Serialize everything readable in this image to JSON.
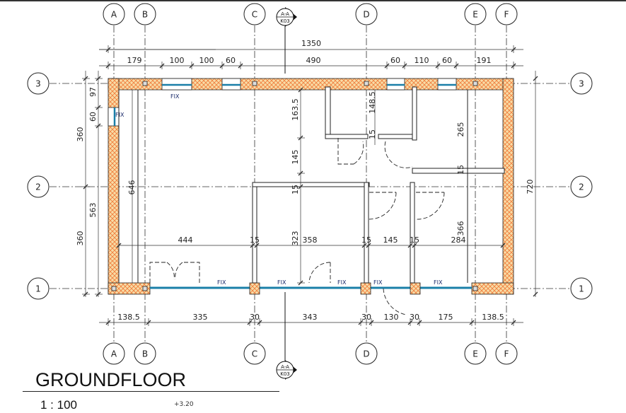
{
  "drawing": {
    "title": "GROUNDFLOOR",
    "scale": "1 : 100",
    "level": "+3.20",
    "section_marker": {
      "name": "A-A",
      "sheet": "K03"
    },
    "window_label": "FIX"
  },
  "grid": {
    "columns": [
      "A",
      "B",
      "C",
      "D",
      "E",
      "F"
    ],
    "rows": [
      "3",
      "2",
      "1"
    ]
  },
  "dimensions": {
    "top_overall": "1350",
    "top": [
      "179",
      "100",
      "100",
      "60",
      "490",
      "60",
      "110",
      "60",
      "191"
    ],
    "left_outer": [
      "360",
      "360"
    ],
    "left_inner": [
      "97",
      "60",
      "563"
    ],
    "right": "720",
    "bottom": [
      "138.5",
      "335",
      "30",
      "343",
      "30",
      "130",
      "30",
      "175",
      "138.5"
    ],
    "interior_horizontal": [
      "444",
      "15",
      "358",
      "15",
      "145",
      "15",
      "284"
    ],
    "interior_vertical_center": [
      "163.5",
      "145",
      "15",
      "323"
    ],
    "interior_misc": [
      "646",
      "148.5",
      "15",
      "265",
      "15",
      "366"
    ]
  },
  "colors": {
    "wall_fill": "#f8dca6",
    "hatch": "#f07a3a",
    "glass": "#1a7fa8",
    "line": "#222222"
  }
}
